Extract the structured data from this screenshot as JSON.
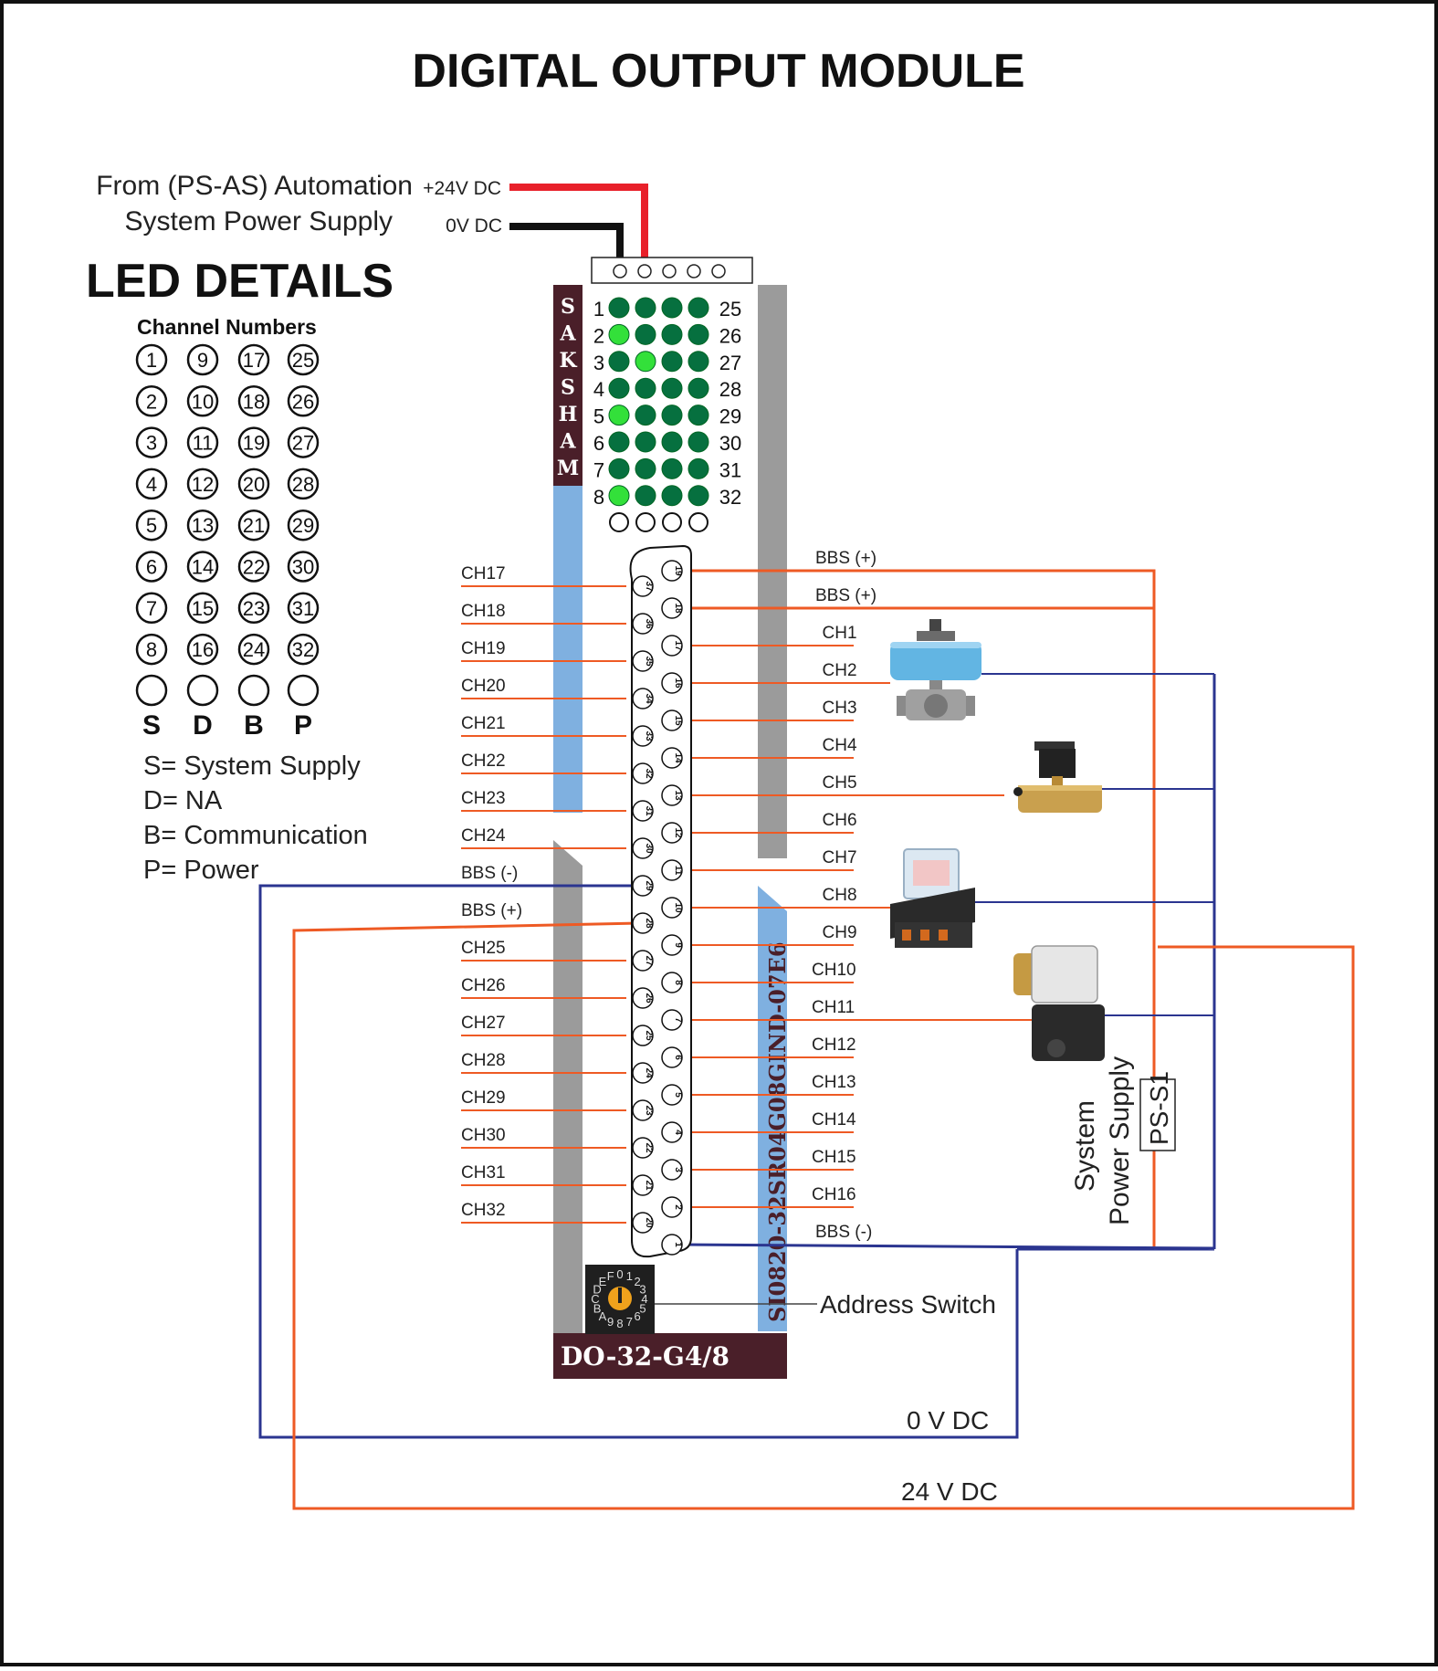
{
  "title": "DIGITAL OUTPUT MODULE",
  "power_source": {
    "line1": "From (PS-AS) Automation",
    "line2": "System Power Supply",
    "plus_label": "+24V DC",
    "zero_label": "0V DC"
  },
  "led_details": {
    "heading": "LED DETAILS",
    "subheading": "Channel Numbers",
    "columns": [
      [
        "1",
        "2",
        "3",
        "4",
        "5",
        "6",
        "7",
        "8"
      ],
      [
        "9",
        "10",
        "11",
        "12",
        "13",
        "14",
        "15",
        "16"
      ],
      [
        "17",
        "18",
        "19",
        "20",
        "21",
        "22",
        "23",
        "24"
      ],
      [
        "25",
        "26",
        "27",
        "28",
        "29",
        "30",
        "31",
        "32"
      ]
    ],
    "status_letters": [
      "S",
      "D",
      "B",
      "P"
    ],
    "legend": [
      "S= System Supply",
      "D= NA",
      "B= Communication",
      "P= Power"
    ]
  },
  "module": {
    "brand_letters": [
      "S",
      "A",
      "K",
      "S",
      "H",
      "A",
      "M"
    ],
    "led_numbers_left": [
      "1",
      "2",
      "3",
      "4",
      "5",
      "6",
      "7",
      "8"
    ],
    "led_numbers_right": [
      "25",
      "26",
      "27",
      "28",
      "29",
      "30",
      "31",
      "32"
    ],
    "led_lit": [
      [
        false,
        false,
        false,
        false
      ],
      [
        true,
        false,
        false,
        false
      ],
      [
        false,
        true,
        false,
        false
      ],
      [
        false,
        false,
        false,
        false
      ],
      [
        true,
        false,
        false,
        false
      ],
      [
        false,
        false,
        false,
        false
      ],
      [
        false,
        false,
        false,
        false
      ],
      [
        true,
        false,
        false,
        false
      ]
    ],
    "part_number": "SI0820-32SR04G08GIND-07E6",
    "model": "DO-32-G4/8",
    "dial_chars": "0123456789ABCDEF",
    "address_switch_label": "Address Switch"
  },
  "connector": {
    "right_pins": [
      "19",
      "18",
      "17",
      "16",
      "15",
      "14",
      "13",
      "12",
      "11",
      "10",
      "9",
      "8",
      "7",
      "6",
      "5",
      "4",
      "3",
      "2",
      "1"
    ],
    "left_pins": [
      "37",
      "36",
      "35",
      "34",
      "33",
      "32",
      "31",
      "30",
      "29",
      "28",
      "27",
      "26",
      "25",
      "24",
      "23",
      "22",
      "21",
      "20"
    ],
    "right_labels": [
      "BBS (+)",
      "BBS (+)",
      "CH1",
      "CH2",
      "CH3",
      "CH4",
      "CH5",
      "CH6",
      "CH7",
      "CH8",
      "CH9",
      "CH10",
      "CH11",
      "CH12",
      "CH13",
      "CH14",
      "CH15",
      "CH16",
      "BBS (-)"
    ],
    "left_labels": [
      "CH17",
      "CH18",
      "CH19",
      "CH20",
      "CH21",
      "CH22",
      "CH23",
      "CH24",
      "BBS (-)",
      "BBS (+)",
      "CH25",
      "CH26",
      "CH27",
      "CH28",
      "CH29",
      "CH30",
      "CH31",
      "CH32"
    ]
  },
  "devices": [
    "pneumatic-ball-valve",
    "solenoid-valve",
    "relay-with-socket",
    "solenoid-coil-valve"
  ],
  "psu": {
    "line1": "System",
    "line2": "Power Supply",
    "tag": "PS-S1"
  },
  "bus": {
    "zero_label": "0 V DC",
    "plus_label": "24 V DC"
  },
  "colors": {
    "red_wire": "#e8202a",
    "orange_wire": "#ee5a24",
    "blue_wire": "#2b3590",
    "led_dark": "#06703f",
    "led_lit": "#33e03a",
    "brand_panel": "#4a1f29",
    "strip_blue": "#7fb0e0",
    "strip_gray": "#9b9b9b"
  }
}
